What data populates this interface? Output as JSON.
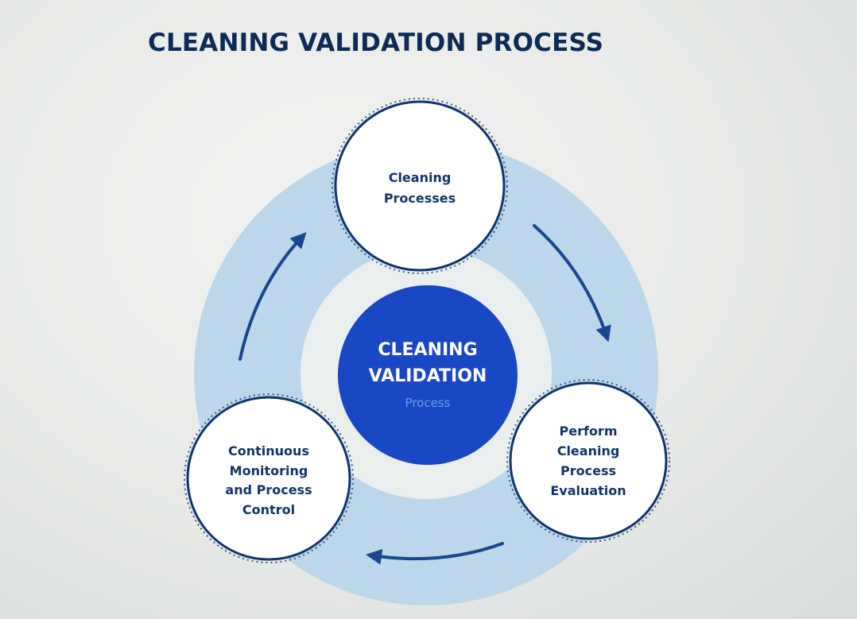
{
  "title": "CLEANING VALIDATION PROCESS",
  "center": {
    "line1": "CLEANING",
    "line2": "VALIDATION",
    "sub": "Process"
  },
  "nodes": [
    {
      "id": "cleaning-processes",
      "lines": [
        "Cleaning",
        "Processes"
      ]
    },
    {
      "id": "perform-evaluation",
      "lines": [
        "Perform",
        "Cleaning",
        "Process",
        "Evaluation"
      ]
    },
    {
      "id": "continuous-monitoring",
      "lines": [
        "Continuous",
        "Monitoring",
        "and Process",
        "Control"
      ]
    }
  ],
  "colors": {
    "ring": "#bcd6ea",
    "center": "#1a48c4",
    "node_stroke": "#10356e",
    "arrow": "#17478e",
    "title": "#0e2a56"
  }
}
